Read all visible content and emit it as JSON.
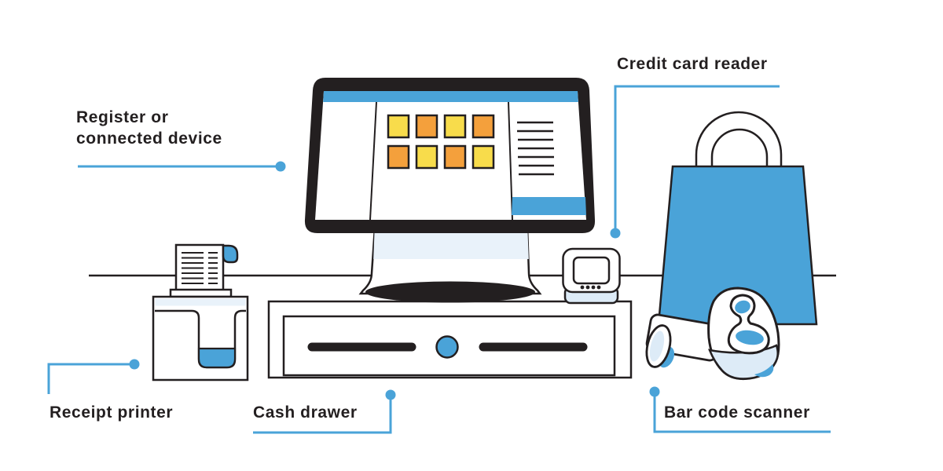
{
  "diagram": {
    "type": "point-of-sale-hardware-diagram",
    "labels": {
      "register": {
        "line1": "Register or",
        "line2": "connected device"
      },
      "credit_card_reader": "Credit card reader",
      "receipt_printer": "Receipt printer",
      "cash_drawer": "Cash drawer",
      "bar_code_scanner": "Bar code scanner"
    },
    "components": [
      "register-monitor-icon",
      "credit-card-reader-icon",
      "shopping-bag-icon",
      "receipt-printer-icon",
      "cash-drawer-icon",
      "bar-code-scanner-icon"
    ],
    "colors": {
      "accent_blue": "#4AA3D8",
      "pale_blue": "#E9F2FA",
      "light_blue": "#DDEBF7",
      "yellow": "#F8DC4B",
      "orange": "#F4A03C",
      "ink": "#231F20",
      "background": "#FFFFFF"
    }
  }
}
